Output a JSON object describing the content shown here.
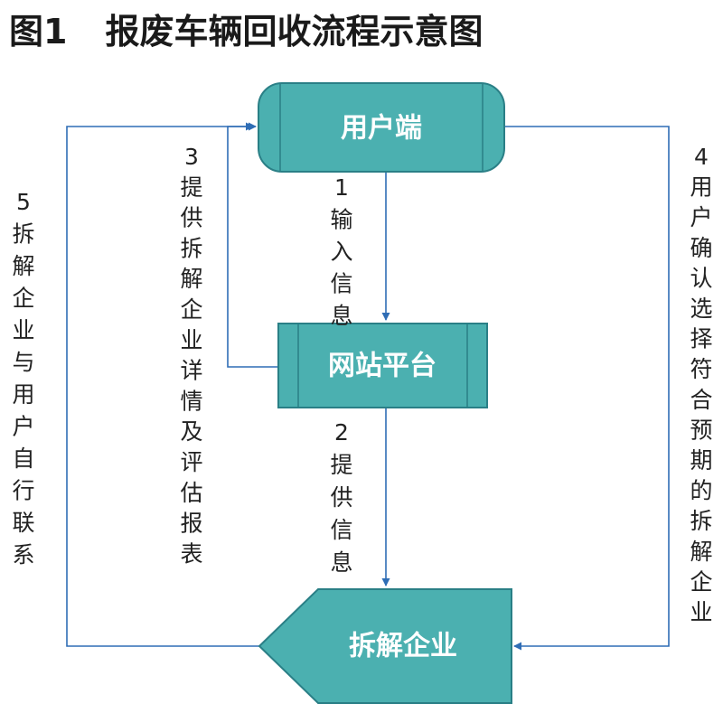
{
  "figure": {
    "number": "图1",
    "title": "报废车辆回收流程示意图"
  },
  "colors": {
    "node_fill": "#4bb0b0",
    "node_stroke": "#2a7f86",
    "edge": "#2f6db5",
    "text": "#222222"
  },
  "nodes": {
    "user": "用户端",
    "platform": "网站平台",
    "dismantler": "拆解企业"
  },
  "edges": {
    "e1": "1输入信息",
    "e2": "2提供信息",
    "e3": "3提供拆解企业详情及评估报表",
    "e4": "4用户确认选择符合预期的拆解企业",
    "e5": "5拆解企业与用户自行联系"
  }
}
